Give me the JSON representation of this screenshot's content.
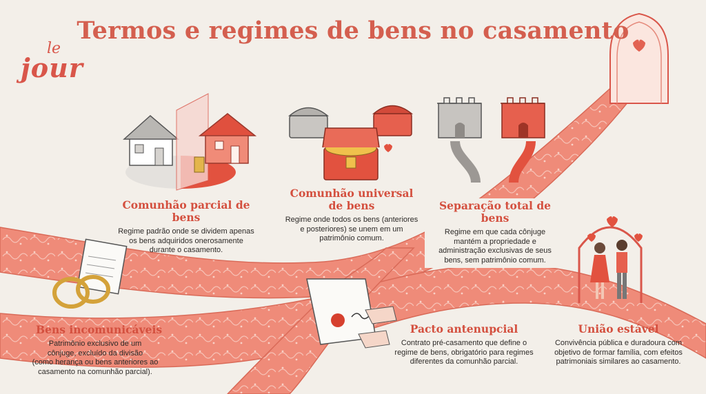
{
  "title": "Termos e regimes de bens no casamento",
  "logo": {
    "top": "le",
    "main": "jour"
  },
  "colors": {
    "accent": "#d9564a",
    "road": "#ef8a78",
    "background": "#f3efe9"
  },
  "terms": [
    {
      "id": "comunhao-parcial",
      "heading": "Comunhão parcial de bens",
      "description": "Regime padrão onde se dividem apenas\nos bens adquiridos onerosamente\ndurante o casamento.",
      "icon": "divided-houses-icon"
    },
    {
      "id": "comunhao-universal",
      "heading": "Comunhão universal\nde bens",
      "description": "Regime onde todos os bens (anteriores\ne posteriores) se unem em um\npatrimônio comum.",
      "icon": "treasure-chest-icon"
    },
    {
      "id": "separacao-total",
      "heading": "Separação total de bens",
      "description": "Regime em que cada cônjuge\nmantém a propriedade e\nadministração exclusivas de seus\nbens, sem patrimônio comum.",
      "icon": "two-castles-icon"
    },
    {
      "id": "bens-incomunicaveis",
      "heading": "Bens incomunicáveis",
      "description": "Patrimônio exclusivo de um\ncônjuge, excluído da divisão\n(como herança ou bens anteriores ao\ncasamento na comunhão parcial).",
      "icon": "wedding-rings-icon"
    },
    {
      "id": "pacto-antenupcial",
      "heading": "Pacto antenupcial",
      "description": "Contrato pré-casamento que define o\nregime de bens, obrigatório para regimes\ndiferentes da comunhão parcial.",
      "icon": "signed-contract-icon"
    },
    {
      "id": "uniao-estavel",
      "heading": "União estável",
      "description": "Convivência pública e duradoura com\nobjetivo de formar família, com efeitos\npatrimoniais similares ao casamento.",
      "icon": "couple-heart-arch-icon"
    }
  ]
}
